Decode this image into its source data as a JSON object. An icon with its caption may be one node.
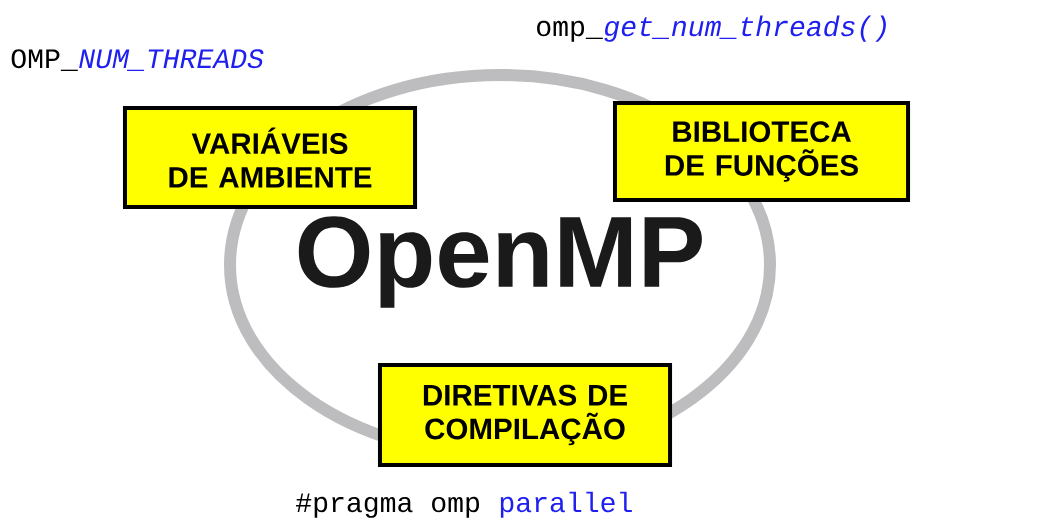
{
  "diagram": {
    "nodes": [
      {
        "text": [
          "VARIÁVEIS DE AMBIENTE"
        ]
      },
      {
        "text": [
          "BIBLIOTECA DE FUNÇÕES"
        ]
      },
      {
        "text": [
          "DIRETIVAS DE COMPILAÇÃO"
        ]
      }
    ],
    "labels": [
      "omp_",
      "get_num_threads()",
      "OMP_",
      "NUM_THREADS",
      "OpenMP",
      "#pragma omp ",
      "parallel"
    ]
  }
}
